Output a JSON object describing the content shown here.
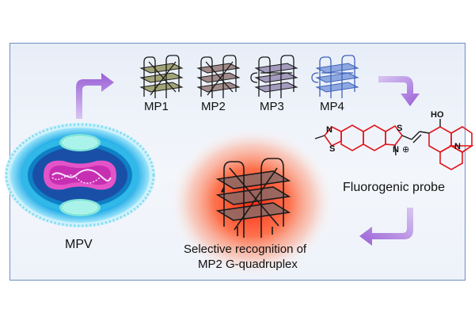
{
  "quadruplexes": [
    {
      "label": "MP1",
      "color": "#8a8a4a"
    },
    {
      "label": "MP2",
      "color": "#8a6a66"
    },
    {
      "label": "MP3",
      "color": "#8c7faa"
    },
    {
      "label": "MP4",
      "color": "#6f90d8"
    }
  ],
  "virus_label": "MPV",
  "probe": {
    "title": "Fluorogenic probe",
    "atoms": {
      "n1": "N",
      "s1": "S",
      "s2": "S",
      "n2": "N",
      "plus": "⊕",
      "oh": "HO",
      "n3": "N"
    }
  },
  "center": {
    "line1": "Selective recognition of",
    "line2": "MP2 G-quadruplex",
    "glow_color": "#ff3b1a"
  },
  "colors": {
    "arrow": "#9b6fd1",
    "panel_border": "#6f8fc3",
    "probe_ring": "#e0151b"
  }
}
